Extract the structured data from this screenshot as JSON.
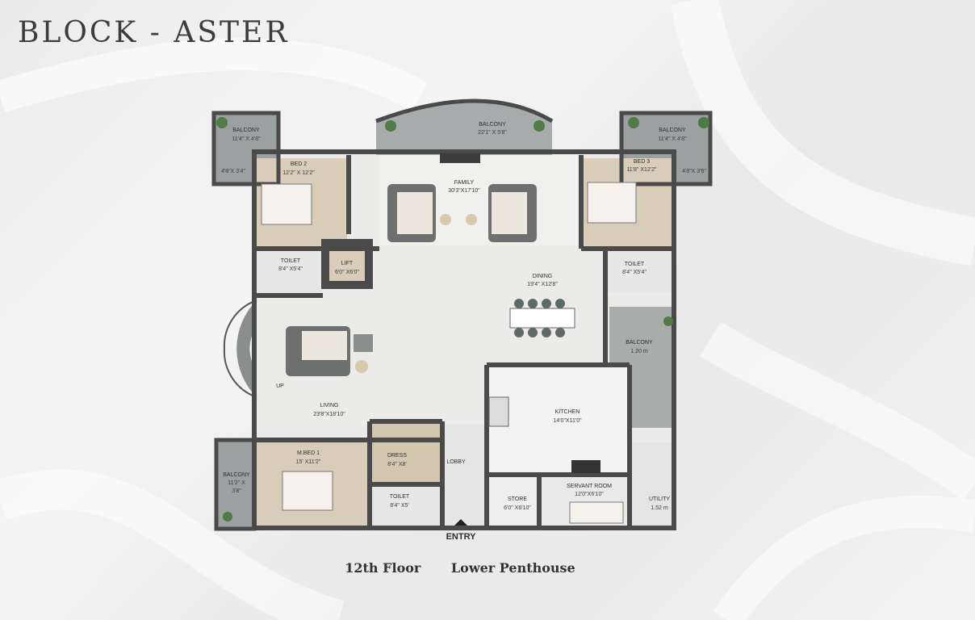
{
  "title": "BLOCK - ASTER",
  "caption": {
    "floor": "12th Floor",
    "unit": "Lower Penthouse"
  },
  "rooms": {
    "balcony_tl": {
      "name": "BALCONY",
      "size": "11'4\" X 4'8\""
    },
    "balcony_tl_side": {
      "size": "4'8\"X 3'4\""
    },
    "bed2": {
      "name": "BED 2",
      "size": "12'2\" X 12'2\""
    },
    "balcony_top": {
      "name": "BALCONY",
      "size": "22'1\" X 5'8\""
    },
    "family": {
      "name": "FAMILY",
      "size": "30'3\"X17'10\""
    },
    "balcony_tr": {
      "name": "BALCONY",
      "size": "11'4\" X 4'8\""
    },
    "balcony_tr_side": {
      "size": "4'8\"X 3'6\""
    },
    "bed3": {
      "name": "BED 3",
      "size": "11'8\" X12'2\""
    },
    "toilet_left": {
      "name": "TOILET",
      "size": "8'4\" X5'4\""
    },
    "lift": {
      "name": "LIFT",
      "size": "6'0\" X6'0\""
    },
    "dining": {
      "name": "DINING",
      "size": "19'4\" X12'8\""
    },
    "toilet_right": {
      "name": "TOILET",
      "size": "8'4\" X5'4\""
    },
    "balcony_right": {
      "name": "BALCONY",
      "size": "1.20 m"
    },
    "living": {
      "name": "LIVING",
      "size": "23'8\"X18'10\""
    },
    "up": {
      "name": "UP"
    },
    "kitchen": {
      "name": "KITCHEN",
      "size": "14'0\"X11'0\""
    },
    "mbed1": {
      "name": "M.BED 1",
      "size": "15' X11'2\""
    },
    "dress": {
      "name": "DRESS",
      "size": "8'4\" X8'"
    },
    "lobby": {
      "name": "LOBBY"
    },
    "balcony_bl": {
      "name": "BALCONY",
      "size1": "11'2\" X",
      "size2": "3'8\""
    },
    "toilet_bottom": {
      "name": "TOILET",
      "size": "8'4\" X5'"
    },
    "store": {
      "name": "STORE",
      "size": "6'0\" X6'10\""
    },
    "servant_room": {
      "name": "SERVANT ROOM",
      "size": "12'0\"X6'10\""
    },
    "utility": {
      "name": "UTILITY",
      "size": "1.52 m"
    },
    "entry": {
      "name": "ENTRY"
    }
  }
}
